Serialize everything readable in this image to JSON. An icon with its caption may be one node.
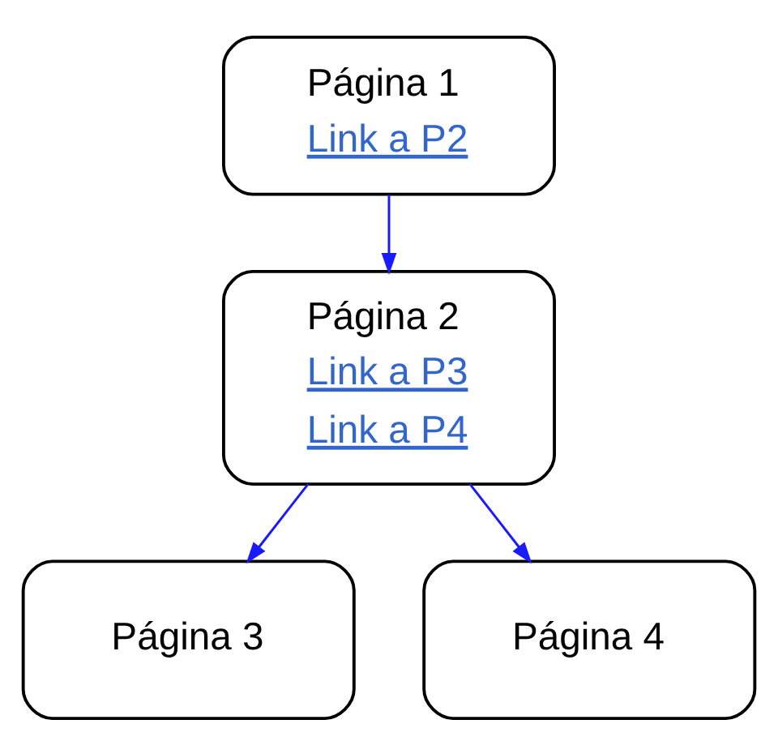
{
  "diagram": {
    "nodes": [
      {
        "text": [
          "Página 1",
          "Link a P2"
        ]
      },
      {
        "text": [
          "Página 2",
          "Link a P3",
          "Link a P4"
        ]
      },
      {
        "text": [
          "Página 3"
        ]
      },
      {
        "text": [
          "Página 4"
        ]
      }
    ],
    "edges": [
      {
        "from": 0,
        "to": 1,
        "arrow": "to"
      },
      {
        "from": 1,
        "to": 2,
        "arrow": "to"
      },
      {
        "from": 1,
        "to": 3,
        "arrow": "to"
      }
    ]
  }
}
